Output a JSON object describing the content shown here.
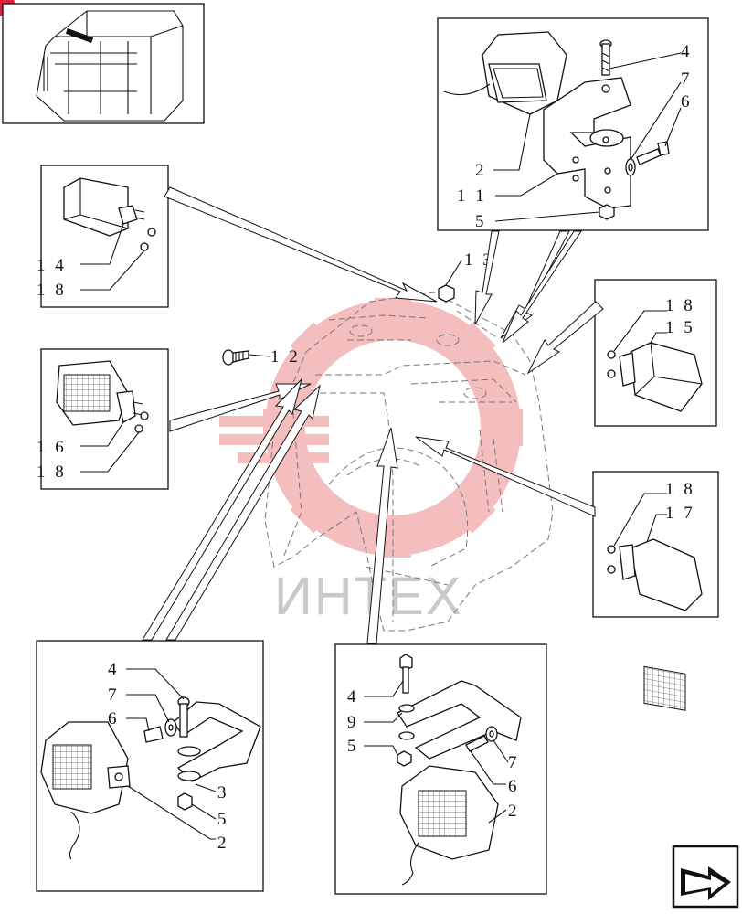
{
  "watermark": {
    "text": "ИНТЕХ",
    "gear_color": "#f3b7b7",
    "text_color": "#c9c9c9"
  },
  "corner_badge": {
    "color": "#e0243c"
  },
  "page_icon": {
    "name": "next-page-arrow-icon"
  },
  "callouts": {
    "tr_4": "4",
    "tr_7": "7",
    "tr_6": "6",
    "tr_2": "2",
    "tr_11": "1 1",
    "tr_5": "5",
    "tl_14": "1 4",
    "tl_18": "1 8",
    "ml_16": "1 6",
    "ml_18": "1 8",
    "c_13": "1 3",
    "c_12": "1 2",
    "mr_18": "1 8",
    "mr_15": "1 5",
    "lr_18": "1 8",
    "lr_17": "1 7",
    "bl_4": "4",
    "bl_7": "7",
    "bl_6": "6",
    "bl_3": "3",
    "bl_5": "5",
    "bl_2": "2",
    "bc_4": "4",
    "bc_9": "9",
    "bc_5": "5",
    "bc_7": "7",
    "bc_6": "6",
    "bc_2": "2"
  }
}
